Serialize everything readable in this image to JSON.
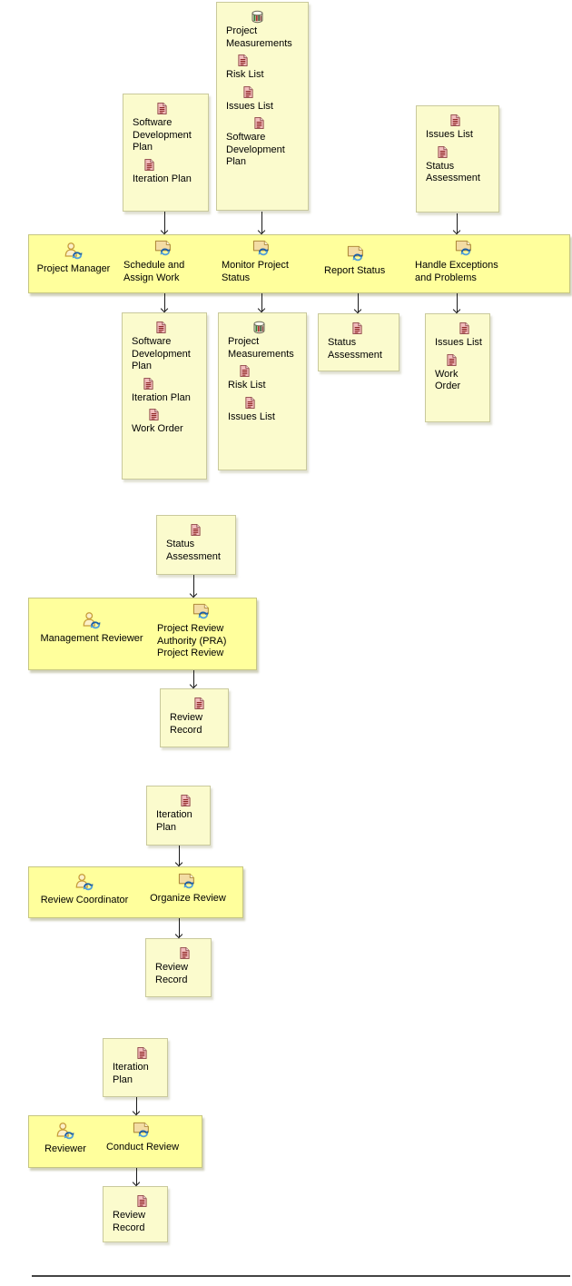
{
  "colors": {
    "artifact_box_background": "#FBFBCD",
    "band_background": "#FFFF9C",
    "border": "#C9C99C",
    "document_icon_red": "#8A1F1F",
    "document_icon_pink": "#F1BBBB",
    "role_icon_tan": "#C69C3A",
    "swoosh_blue_dark": "#1B5FA8",
    "swoosh_blue_light": "#52A0D8",
    "arrow_black": "#1A1A1A"
  },
  "bands": {
    "b1": {
      "role": "Project Manager",
      "activities": [
        {
          "label": "Schedule and Assign Work"
        },
        {
          "label": "Monitor Project Status"
        },
        {
          "label": "Report Status"
        },
        {
          "label": "Handle Exceptions and Problems"
        }
      ]
    },
    "b2": {
      "role": "Management Reviewer",
      "activities": [
        {
          "label": "Project Review Authority (PRA) Project Review"
        }
      ]
    },
    "b3": {
      "role": "Review Coordinator",
      "activities": [
        {
          "label": "Organize Review"
        }
      ]
    },
    "b4": {
      "role": "Reviewer",
      "activities": [
        {
          "label": "Conduct Review"
        }
      ]
    }
  },
  "boxes": {
    "in_sdp": {
      "items": [
        {
          "icon": "document-icon",
          "label": "Software Development Plan"
        },
        {
          "icon": "document-icon",
          "label": "Iteration Plan"
        }
      ]
    },
    "in_main": {
      "items": [
        {
          "icon": "measurement-database-icon",
          "label": "Project Measurements"
        },
        {
          "icon": "document-icon",
          "label": "Risk List"
        },
        {
          "icon": "document-icon",
          "label": "Issues List"
        },
        {
          "icon": "document-icon",
          "label": "Software Development Plan"
        }
      ]
    },
    "in_issues": {
      "items": [
        {
          "icon": "document-icon",
          "label": "Issues List"
        },
        {
          "icon": "document-icon",
          "label": "Status Assessment"
        }
      ]
    },
    "out_sdp": {
      "items": [
        {
          "icon": "document-icon",
          "label": "Software Development Plan"
        },
        {
          "icon": "document-icon",
          "label": "Iteration Plan"
        },
        {
          "icon": "document-icon",
          "label": "Work Order"
        }
      ]
    },
    "out_pm": {
      "items": [
        {
          "icon": "measurement-database-icon",
          "label": "Project Measurements"
        },
        {
          "icon": "document-icon",
          "label": "Risk List"
        },
        {
          "icon": "document-icon",
          "label": "Issues List"
        }
      ]
    },
    "out_status": {
      "items": [
        {
          "icon": "document-icon",
          "label": "Status Assessment"
        }
      ]
    },
    "out_issues": {
      "items": [
        {
          "icon": "document-icon",
          "label": "Issues List"
        },
        {
          "icon": "document-icon",
          "label": "Work Order"
        }
      ]
    },
    "in_status2": {
      "items": [
        {
          "icon": "document-icon",
          "label": "Status Assessment"
        }
      ]
    },
    "out_rr1": {
      "items": [
        {
          "icon": "document-icon",
          "label": "Review Record"
        }
      ]
    },
    "in_ip1": {
      "items": [
        {
          "icon": "document-icon",
          "label": "Iteration Plan"
        }
      ]
    },
    "out_rr2": {
      "items": [
        {
          "icon": "document-icon",
          "label": "Review Record"
        }
      ]
    },
    "in_ip2": {
      "items": [
        {
          "icon": "document-icon",
          "label": "Iteration Plan"
        }
      ]
    },
    "out_rr3": {
      "items": [
        {
          "icon": "document-icon",
          "label": "Review Record"
        }
      ]
    }
  }
}
